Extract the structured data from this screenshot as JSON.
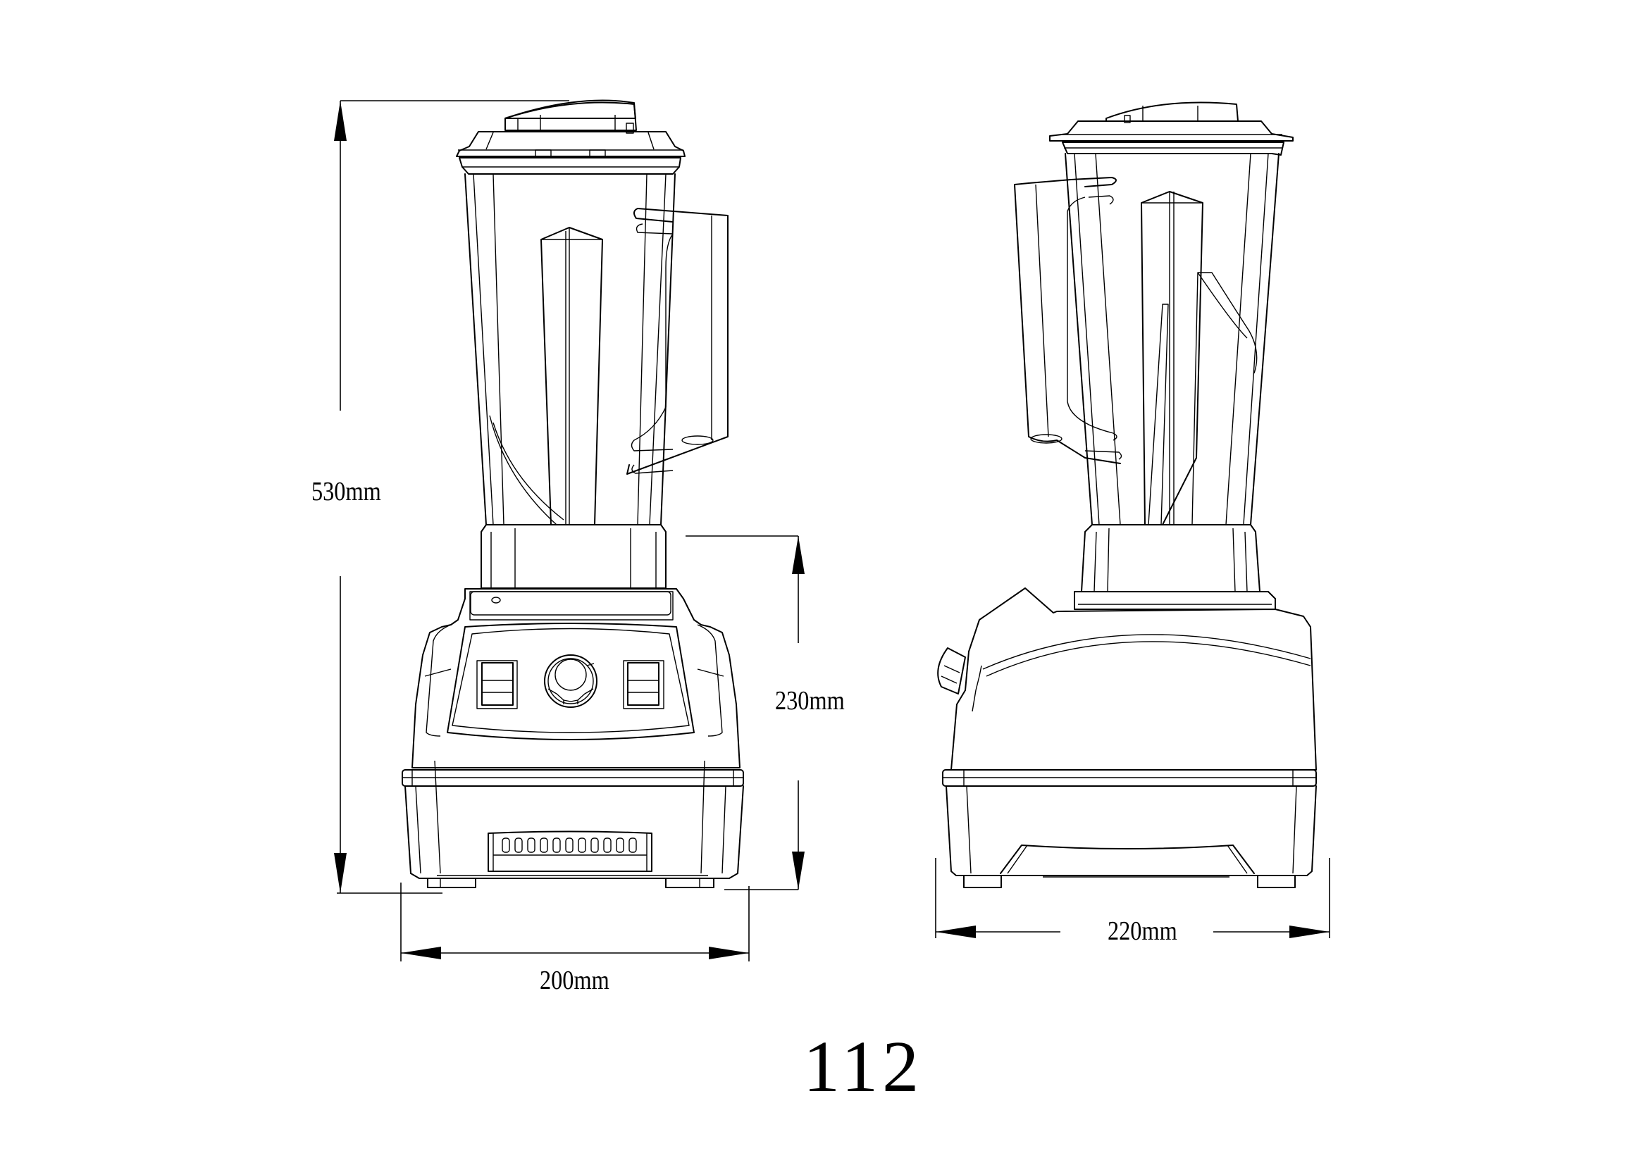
{
  "drawing": {
    "type": "technical line drawing",
    "subject": "blender",
    "views": [
      {
        "name": "front-view",
        "label": "Front view with control panel, two rocker switches and speed dial"
      },
      {
        "name": "side-view",
        "label": "Side view with handle on left"
      }
    ],
    "line_color": "#000000",
    "background_color": "#ffffff"
  },
  "dimensions": {
    "total_height": "530mm",
    "base_height": "230mm",
    "base_width": "200mm",
    "base_depth": "220mm"
  },
  "model_number": "112",
  "front_panel": {
    "switches": 2,
    "dial": 1,
    "vent_slots": 11
  }
}
